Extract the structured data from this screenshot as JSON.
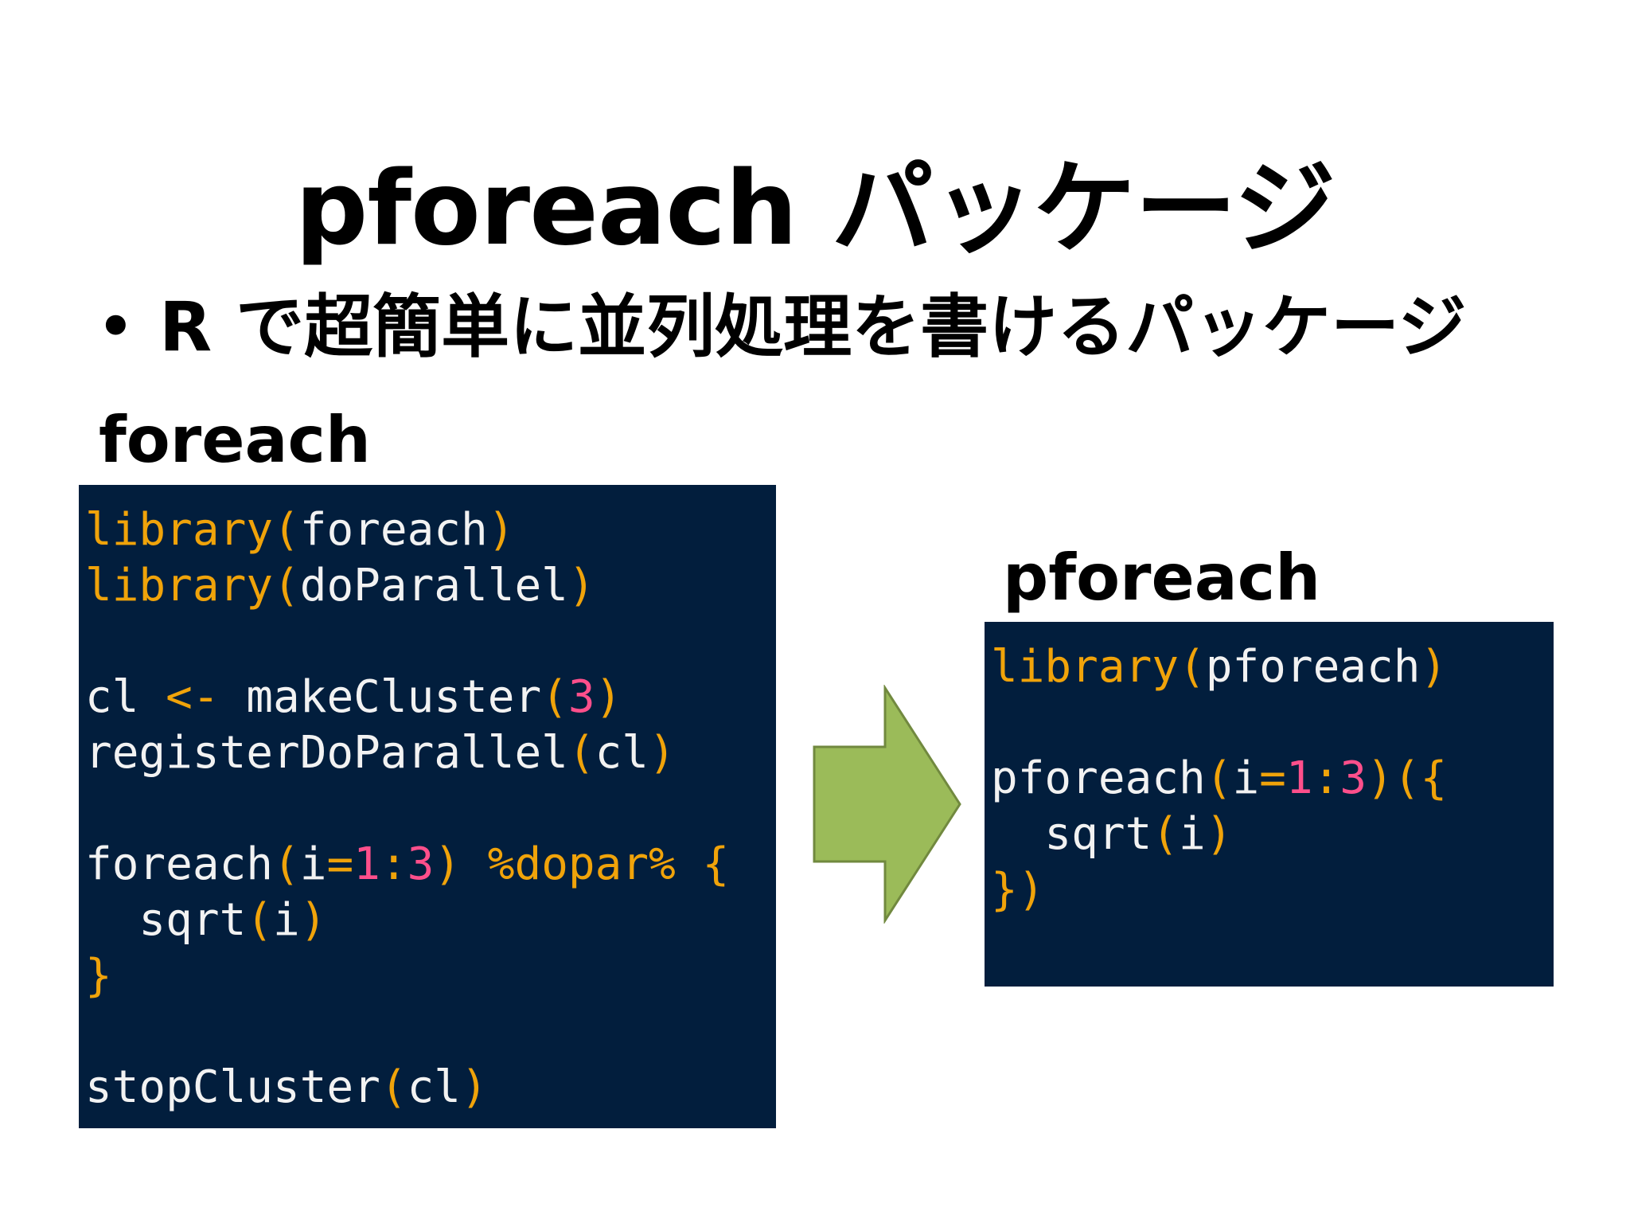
{
  "slide": {
    "title": "pforeach パッケージ",
    "bullet_symbol": "•",
    "bullet_text": "R で超簡単に並列処理を書けるパッケージ"
  },
  "left_panel": {
    "label": "foreach",
    "code_lines": [
      [
        {
          "t": "library",
          "c": "kw"
        },
        {
          "t": "(",
          "c": "kw"
        },
        {
          "t": "foreach",
          "c": "plain"
        },
        {
          "t": ")",
          "c": "kw"
        }
      ],
      [
        {
          "t": "library",
          "c": "kw"
        },
        {
          "t": "(",
          "c": "kw"
        },
        {
          "t": "doParallel",
          "c": "plain"
        },
        {
          "t": ")",
          "c": "kw"
        }
      ],
      [],
      [
        {
          "t": "cl ",
          "c": "plain"
        },
        {
          "t": "<-",
          "c": "kw"
        },
        {
          "t": " makeCluster",
          "c": "plain"
        },
        {
          "t": "(",
          "c": "kw"
        },
        {
          "t": "3",
          "c": "num"
        },
        {
          "t": ")",
          "c": "kw"
        }
      ],
      [
        {
          "t": "registerDoParallel",
          "c": "plain"
        },
        {
          "t": "(",
          "c": "kw"
        },
        {
          "t": "cl",
          "c": "plain"
        },
        {
          "t": ")",
          "c": "kw"
        }
      ],
      [],
      [
        {
          "t": "foreach",
          "c": "plain"
        },
        {
          "t": "(",
          "c": "kw"
        },
        {
          "t": "i",
          "c": "plain"
        },
        {
          "t": "=",
          "c": "kw"
        },
        {
          "t": "1",
          "c": "num"
        },
        {
          "t": ":",
          "c": "kw"
        },
        {
          "t": "3",
          "c": "num"
        },
        {
          "t": ") %dopar% {",
          "c": "kw"
        }
      ],
      [
        {
          "t": "  sqrt",
          "c": "plain"
        },
        {
          "t": "(",
          "c": "kw"
        },
        {
          "t": "i",
          "c": "plain"
        },
        {
          "t": ")",
          "c": "kw"
        }
      ],
      [
        {
          "t": "}",
          "c": "kw"
        }
      ],
      [],
      [
        {
          "t": "stopCluster",
          "c": "plain"
        },
        {
          "t": "(",
          "c": "kw"
        },
        {
          "t": "cl",
          "c": "plain"
        },
        {
          "t": ")",
          "c": "kw"
        }
      ]
    ]
  },
  "right_panel": {
    "label": "pforeach",
    "code_lines": [
      [
        {
          "t": "library",
          "c": "kw"
        },
        {
          "t": "(",
          "c": "kw"
        },
        {
          "t": "pforeach",
          "c": "plain"
        },
        {
          "t": ")",
          "c": "kw"
        }
      ],
      [],
      [
        {
          "t": "pforeach",
          "c": "plain"
        },
        {
          "t": "(",
          "c": "kw"
        },
        {
          "t": "i",
          "c": "plain"
        },
        {
          "t": "=",
          "c": "kw"
        },
        {
          "t": "1",
          "c": "num"
        },
        {
          "t": ":",
          "c": "kw"
        },
        {
          "t": "3",
          "c": "num"
        },
        {
          "t": ")({",
          "c": "kw"
        }
      ],
      [
        {
          "t": "  sqrt",
          "c": "plain"
        },
        {
          "t": "(",
          "c": "kw"
        },
        {
          "t": "i",
          "c": "plain"
        },
        {
          "t": ")",
          "c": "kw"
        }
      ],
      [
        {
          "t": "})",
          "c": "kw"
        }
      ]
    ]
  },
  "arrow": {
    "icon": "right-arrow-icon",
    "fill_color": "#9bbb59",
    "stroke_color": "#71893f"
  },
  "colors": {
    "code_background": "#021e3d",
    "keyword": "#f0a30a",
    "number": "#ff4f8b",
    "plain_text": "#f2f2f2"
  }
}
